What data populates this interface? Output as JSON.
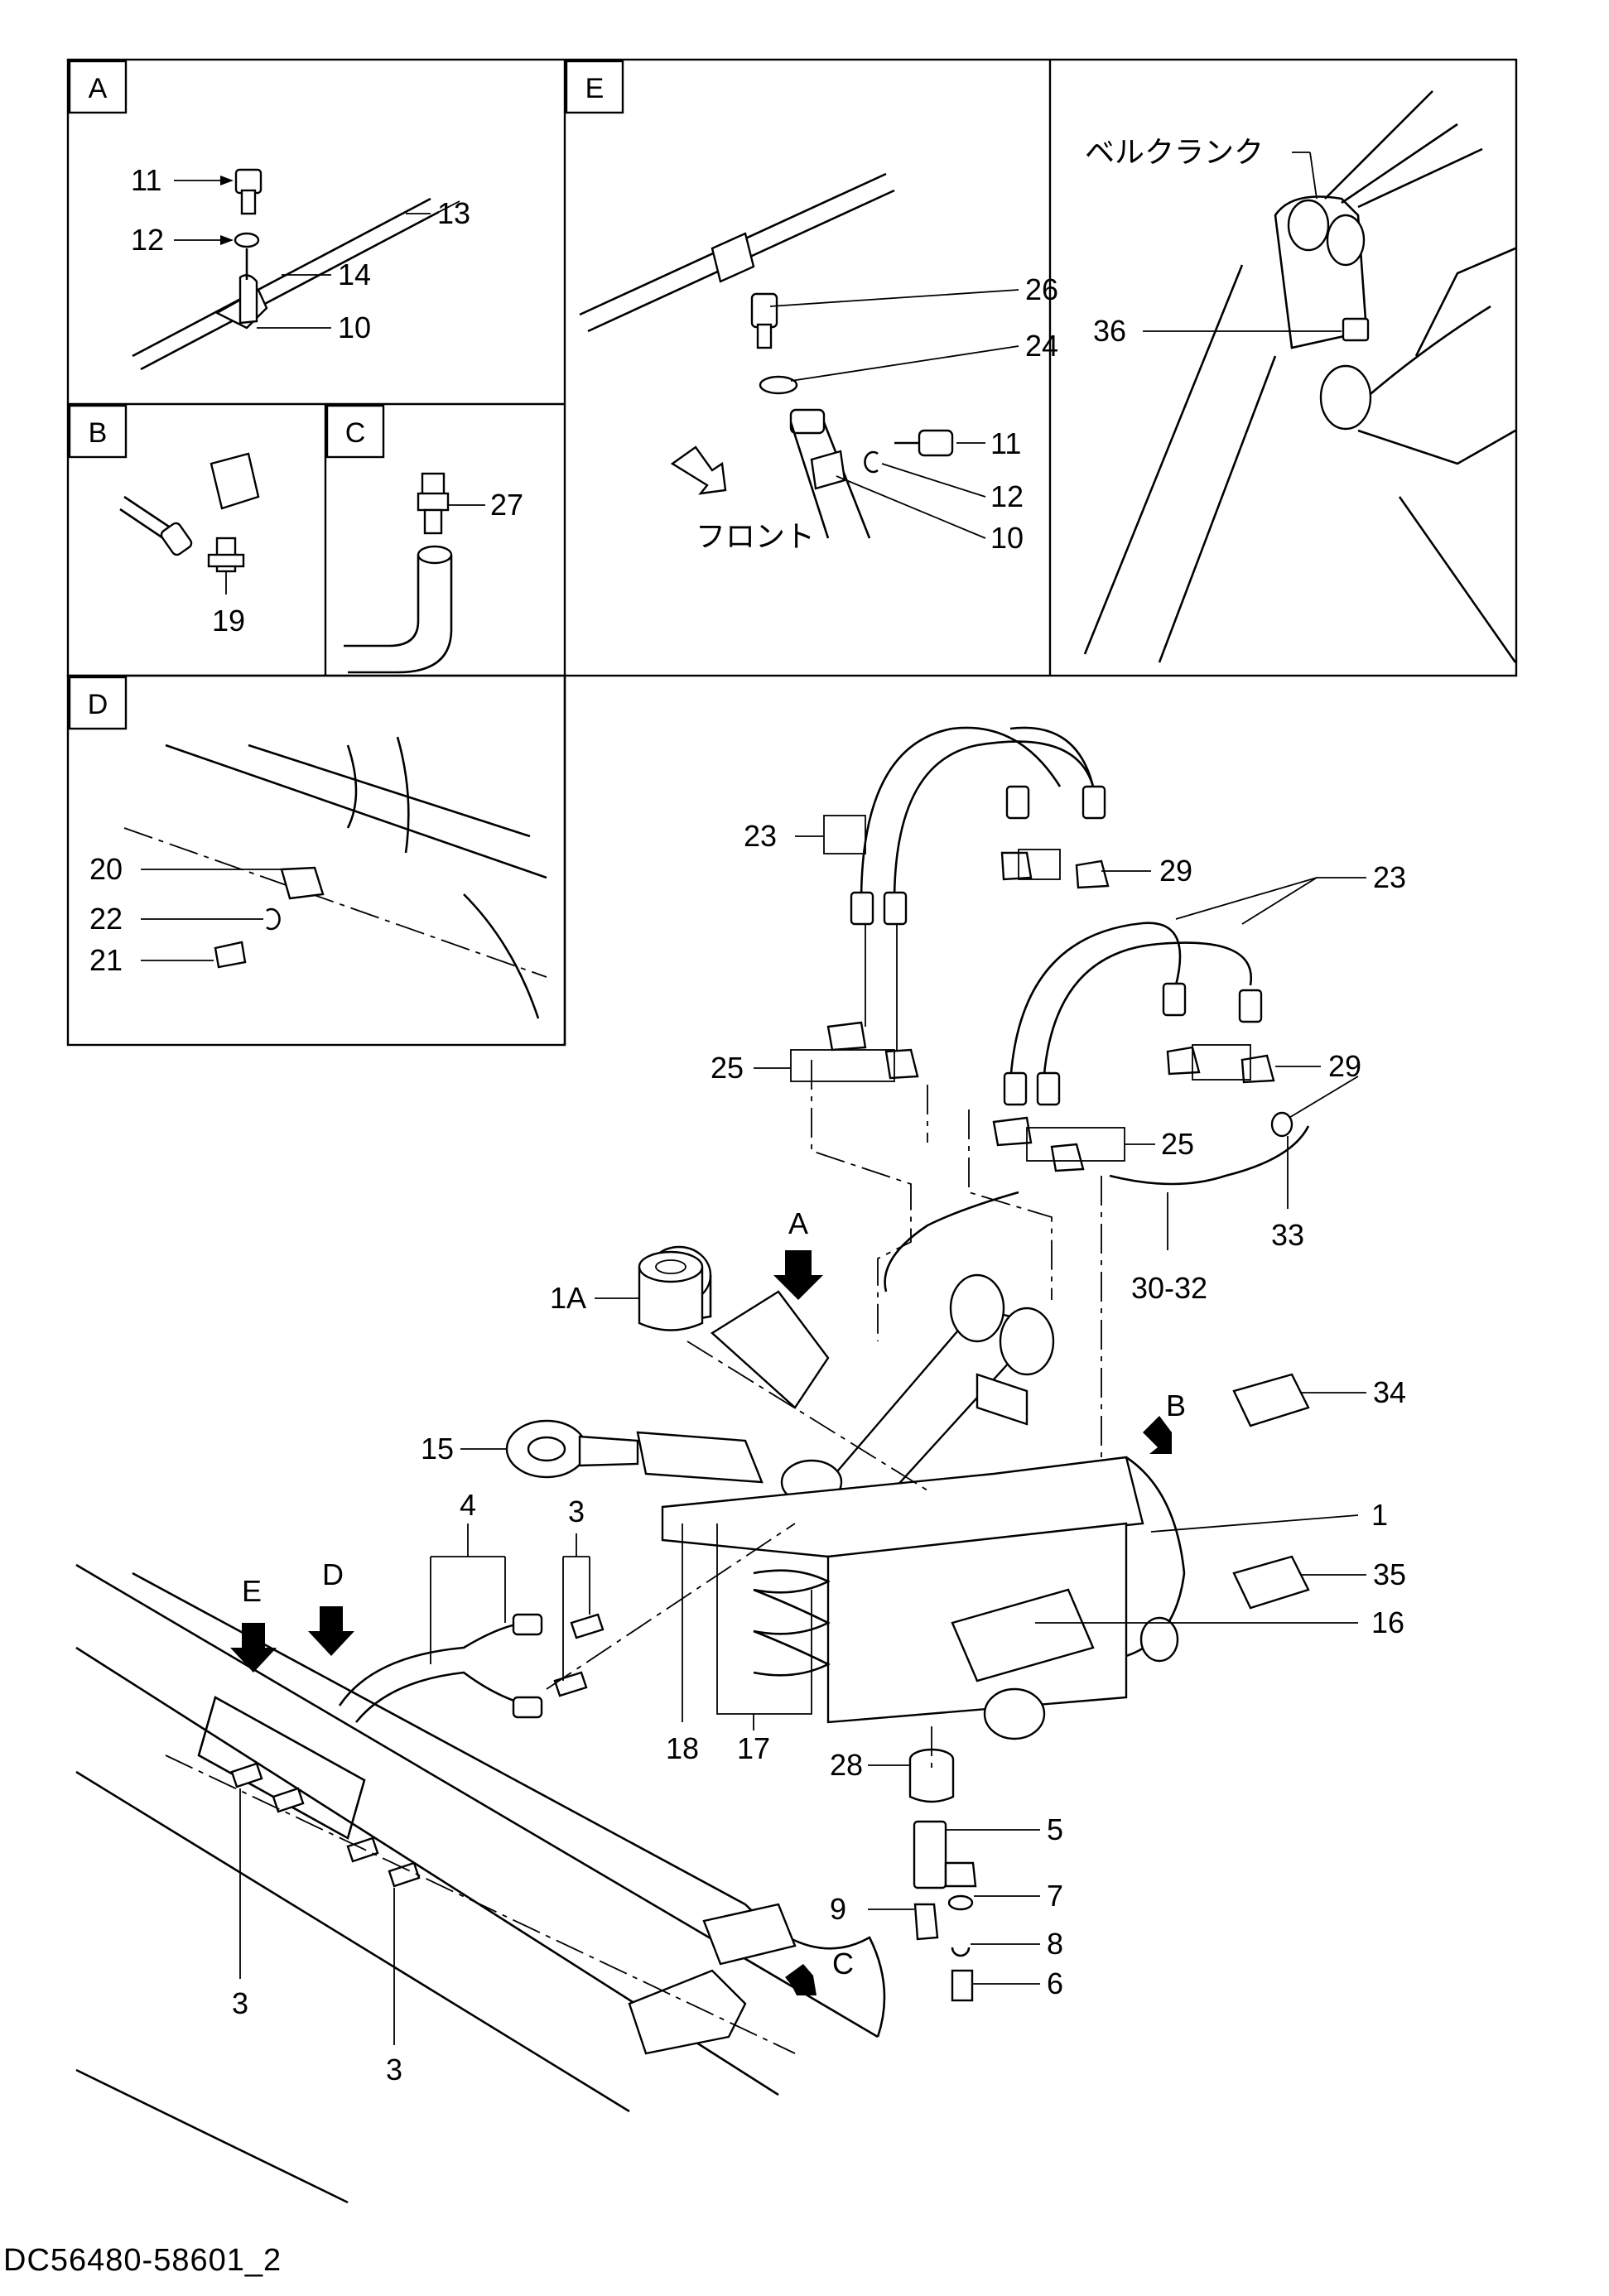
{
  "detail_views": {
    "A": {
      "title": "A",
      "callouts": [
        "11",
        "12",
        "13",
        "14",
        "10"
      ]
    },
    "B": {
      "title": "B",
      "callouts": [
        "19"
      ]
    },
    "C": {
      "title": "C",
      "callouts": [
        "27"
      ]
    },
    "D": {
      "title": "D",
      "callouts": [
        "20",
        "22",
        "21"
      ]
    },
    "E": {
      "title": "E",
      "callouts": [
        "26",
        "24",
        "11",
        "12",
        "10"
      ],
      "front_label": "フロント"
    },
    "bellcrank_view": {
      "label": "ベルクランク",
      "callouts": [
        "36"
      ]
    }
  },
  "main_view": {
    "view_arrows": [
      "A",
      "B",
      "C",
      "D",
      "E"
    ],
    "callouts": [
      "23",
      "29",
      "23",
      "25",
      "29",
      "25",
      "33",
      "30-32",
      "1A",
      "34",
      "15",
      "1",
      "4",
      "3",
      "35",
      "16",
      "18",
      "17",
      "28",
      "5",
      "7",
      "9",
      "8",
      "6",
      "3",
      "3"
    ]
  },
  "drawing_number": "DC56480-58601_2"
}
